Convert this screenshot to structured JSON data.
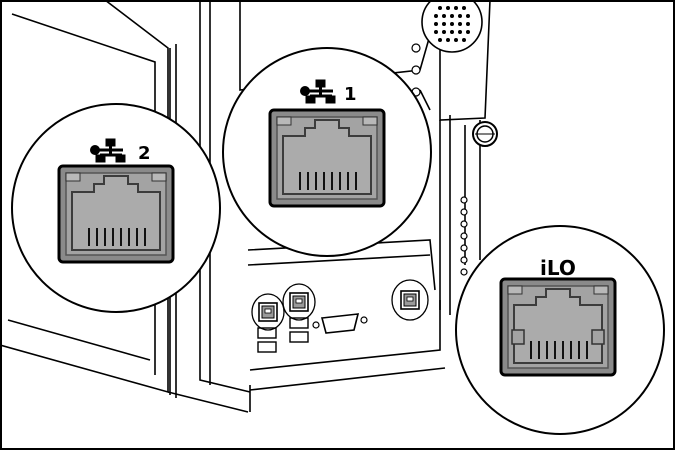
{
  "figure": {
    "callouts": [
      {
        "id": "port-1",
        "label": "1",
        "icon": "network-icon"
      },
      {
        "id": "port-2",
        "label": "2",
        "icon": "network-icon"
      },
      {
        "id": "port-ilo",
        "label": "iLO",
        "icon": ""
      }
    ],
    "colors": {
      "line": "#000000",
      "background": "#ffffff",
      "port_face": "#8a8a8a",
      "port_opening": "#a9a9a9",
      "port_edge": "#4a4a4a",
      "led": "#b5b5b5"
    }
  }
}
